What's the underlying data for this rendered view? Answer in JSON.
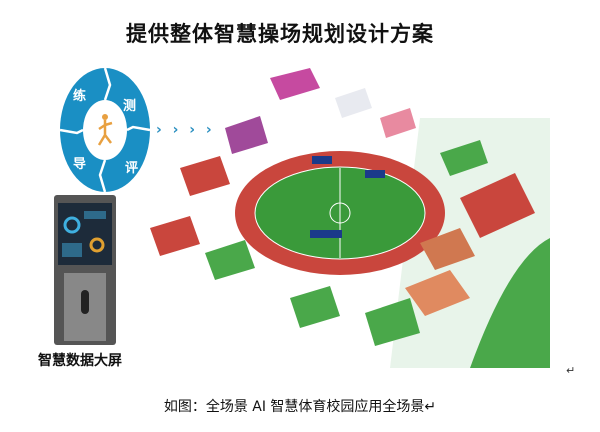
{
  "title": "提供整体智慧操场规划设计方案",
  "cycle": {
    "segments": [
      "练",
      "测",
      "评",
      "导"
    ],
    "color": "#1a8fc4"
  },
  "arrows": "› › › ›",
  "kiosk": {
    "label": "智慧数据大屏"
  },
  "caption": "如图：全场景 AI 智慧体育校园应用全场景↵",
  "return_mark": "↵",
  "colors": {
    "track": "#c9463d",
    "field": "#3a9a3a",
    "accent": "#1a8fc4"
  }
}
